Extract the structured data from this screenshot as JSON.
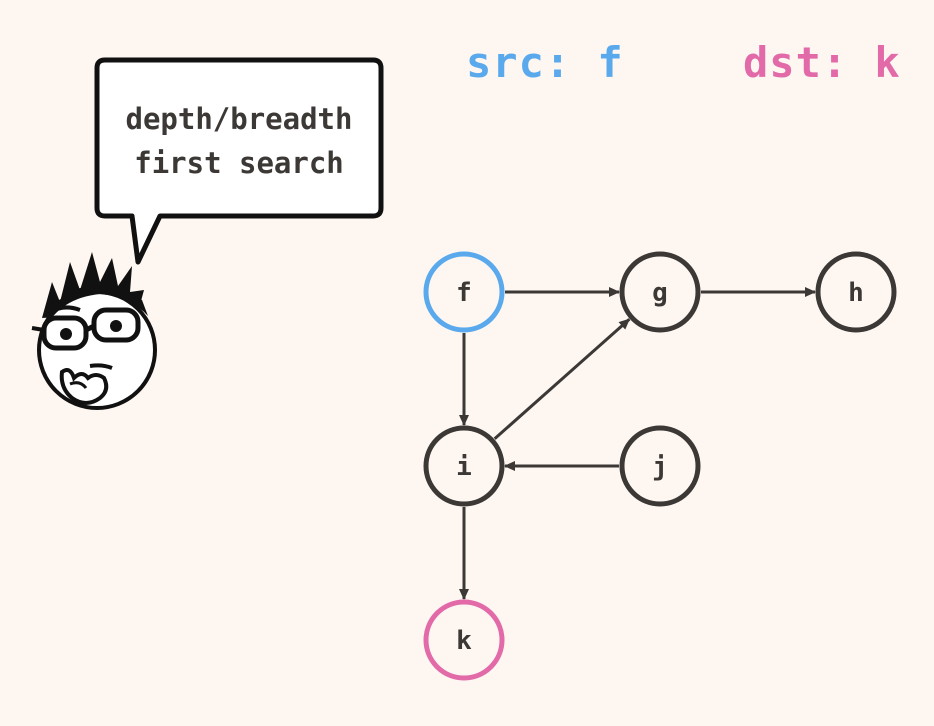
{
  "header": {
    "src_label": "src: f",
    "dst_label": "dst: k"
  },
  "speech_bubble": {
    "line1": "depth/breadth",
    "line2": "first search"
  },
  "graph": {
    "nodes": [
      {
        "id": "f",
        "label": "f",
        "role": "source"
      },
      {
        "id": "g",
        "label": "g",
        "role": "normal"
      },
      {
        "id": "h",
        "label": "h",
        "role": "normal"
      },
      {
        "id": "i",
        "label": "i",
        "role": "normal"
      },
      {
        "id": "j",
        "label": "j",
        "role": "normal"
      },
      {
        "id": "k",
        "label": "k",
        "role": "destination"
      }
    ],
    "edges": [
      {
        "from": "f",
        "to": "g"
      },
      {
        "from": "g",
        "to": "h"
      },
      {
        "from": "f",
        "to": "i"
      },
      {
        "from": "i",
        "to": "g"
      },
      {
        "from": "j",
        "to": "i"
      },
      {
        "from": "i",
        "to": "k"
      }
    ]
  },
  "colors": {
    "background": "#fdf6f1",
    "source": "#5aa9ec",
    "destination": "#e26aa8",
    "stroke": "#3b3835",
    "node_fill": "#fdf6f1"
  },
  "character": {
    "icon": "thinking-person-icon"
  }
}
